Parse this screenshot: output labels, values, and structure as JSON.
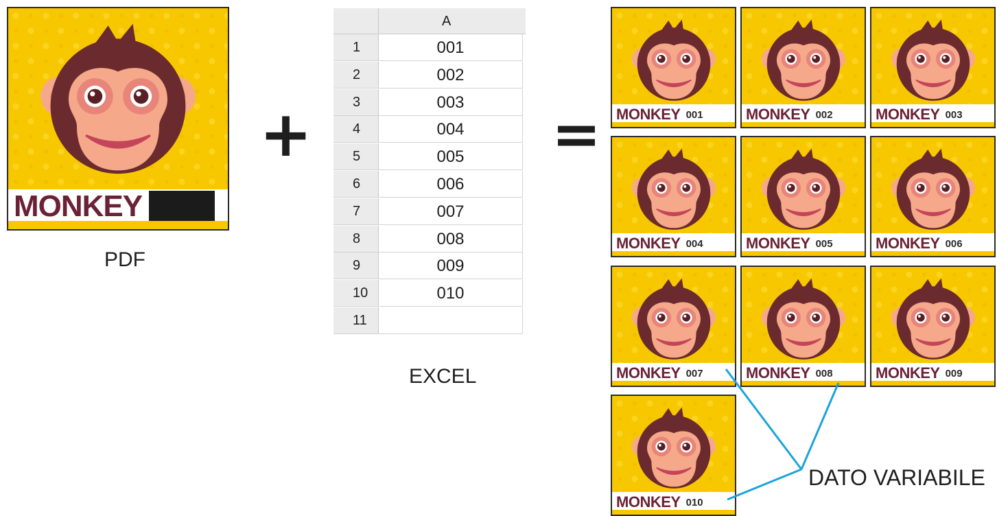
{
  "left_card": {
    "label": "MONKEY",
    "caption": "PDF"
  },
  "operators": {
    "plus": "+",
    "equals": "="
  },
  "spreadsheet": {
    "column_header": "A",
    "rows": [
      {
        "row": "1",
        "value": "001"
      },
      {
        "row": "2",
        "value": "002"
      },
      {
        "row": "3",
        "value": "003"
      },
      {
        "row": "4",
        "value": "004"
      },
      {
        "row": "5",
        "value": "005"
      },
      {
        "row": "6",
        "value": "006"
      },
      {
        "row": "7",
        "value": "007"
      },
      {
        "row": "8",
        "value": "008"
      },
      {
        "row": "9",
        "value": "009"
      },
      {
        "row": "10",
        "value": "010"
      },
      {
        "row": "11",
        "value": ""
      }
    ],
    "caption": "EXCEL"
  },
  "result_cards": [
    {
      "label": "MONKEY",
      "number": "001"
    },
    {
      "label": "MONKEY",
      "number": "002"
    },
    {
      "label": "MONKEY",
      "number": "003"
    },
    {
      "label": "MONKEY",
      "number": "004"
    },
    {
      "label": "MONKEY",
      "number": "005"
    },
    {
      "label": "MONKEY",
      "number": "006"
    },
    {
      "label": "MONKEY",
      "number": "007"
    },
    {
      "label": "MONKEY",
      "number": "008"
    },
    {
      "label": "MONKEY",
      "number": "009"
    },
    {
      "label": "MONKEY",
      "number": "010"
    }
  ],
  "annotation": {
    "text": "DATO VARIABILE",
    "color": "#1aa3dc"
  },
  "colors": {
    "background_yellow": "#f7c800",
    "label_text": "#6b2236",
    "face_brown": "#6b2a2e",
    "face_skin": "#f5a98a"
  }
}
